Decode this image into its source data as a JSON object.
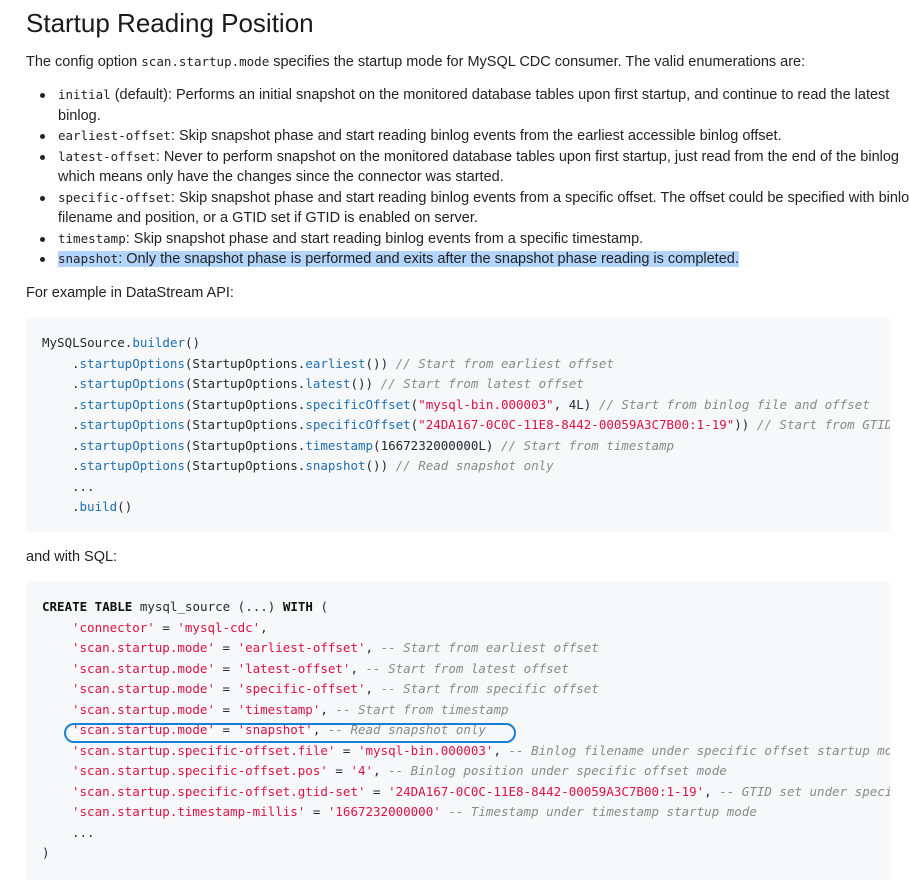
{
  "heading": "Startup Reading Position",
  "intro": {
    "before": "The config option ",
    "code": "scan.startup.mode",
    "after": " specifies the startup mode for MySQL CDC consumer. The valid enumerations are:"
  },
  "modes": [
    {
      "code": "initial",
      "text": " (default): Performs an initial snapshot on the monitored database tables upon first startup, and continue to read the latest binlog."
    },
    {
      "code": "earliest-offset",
      "text": ": Skip snapshot phase and start reading binlog events from the earliest accessible binlog offset."
    },
    {
      "code": "latest-offset",
      "text": ": Never to perform snapshot on the monitored database tables upon first startup, just read from the end of the binlog which means only have the changes since the connector was started."
    },
    {
      "code": "specific-offset",
      "text": ": Skip snapshot phase and start reading binlog events from a specific offset. The offset could be specified with binlog filename and position, or a GTID set if GTID is enabled on server."
    },
    {
      "code": "timestamp",
      "text": ": Skip snapshot phase and start reading binlog events from a specific timestamp."
    },
    {
      "code": "snapshot",
      "text": ": Only the snapshot phase is performed and exits after the snapshot phase reading is completed."
    }
  ],
  "example_api_text": "For example in DataStream API:",
  "java": {
    "l0": {
      "obj": "MySQLSource.",
      "fn": "builder",
      "rest": "()"
    },
    "lines": [
      {
        "pre": ".",
        "fn": "startupOptions",
        "a": "(StartupOptions.",
        "fn2": "earliest",
        "b": "()) ",
        "s": "",
        "c": "",
        "cm": "// Start from earliest offset"
      },
      {
        "pre": ".",
        "fn": "startupOptions",
        "a": "(StartupOptions.",
        "fn2": "latest",
        "b": "()) ",
        "s": "",
        "c": "",
        "cm": "// Start from latest offset"
      },
      {
        "pre": ".",
        "fn": "startupOptions",
        "a": "(StartupOptions.",
        "fn2": "specificOffset",
        "b": "(",
        "s": "\"mysql-bin.000003\"",
        "c": ", 4L) ",
        "cm": "// Start from binlog file and offset"
      },
      {
        "pre": ".",
        "fn": "startupOptions",
        "a": "(StartupOptions.",
        "fn2": "specificOffset",
        "b": "(",
        "s": "\"24DA167-0C0C-11E8-8442-00059A3C7B00:1-19\"",
        "c": ")) ",
        "cm": "// Start from GTID set"
      },
      {
        "pre": ".",
        "fn": "startupOptions",
        "a": "(StartupOptions.",
        "fn2": "timestamp",
        "b": "(1667232000000L) ",
        "s": "",
        "c": "",
        "cm": "// Start from timestamp"
      },
      {
        "pre": ".",
        "fn": "startupOptions",
        "a": "(StartupOptions.",
        "fn2": "snapshot",
        "b": "()) ",
        "s": "",
        "c": "",
        "cm": "// Read snapshot only"
      }
    ],
    "dots": "...",
    "build": {
      "pre": ".",
      "fn": "build",
      "rest": "()"
    }
  },
  "example_sql_text": "and with SQL:",
  "sql": {
    "create_kw": "CREATE TABLE",
    "create_mid": " mysql_source (...) ",
    "with_kw": "WITH",
    "create_end": " (",
    "lines": [
      {
        "k": "'connector'",
        "eq": " = ",
        "v": "'mysql-cdc'",
        "tail": ",",
        "cm": ""
      },
      {
        "k": "'scan.startup.mode'",
        "eq": " = ",
        "v": "'earliest-offset'",
        "tail": ", ",
        "cm": "-- Start from earliest offset"
      },
      {
        "k": "'scan.startup.mode'",
        "eq": " = ",
        "v": "'latest-offset'",
        "tail": ", ",
        "cm": "-- Start from latest offset"
      },
      {
        "k": "'scan.startup.mode'",
        "eq": " = ",
        "v": "'specific-offset'",
        "tail": ", ",
        "cm": "-- Start from specific offset"
      },
      {
        "k": "'scan.startup.mode'",
        "eq": " = ",
        "v": "'timestamp'",
        "tail": ", ",
        "cm": "-- Start from timestamp"
      },
      {
        "k": "'scan.startup.mode'",
        "eq": " = ",
        "v": "'snapshot'",
        "tail": ", ",
        "cm": "-- Read snapshot only"
      },
      {
        "k": "'scan.startup.specific-offset.file'",
        "eq": " = ",
        "v": "'mysql-bin.000003'",
        "tail": ", ",
        "cm": "-- Binlog filename under specific offset startup mode"
      },
      {
        "k": "'scan.startup.specific-offset.pos'",
        "eq": " = ",
        "v": "'4'",
        "tail": ", ",
        "cm": "-- Binlog position under specific offset mode"
      },
      {
        "k": "'scan.startup.specific-offset.gtid-set'",
        "eq": " = ",
        "v": "'24DA167-0C0C-11E8-8442-00059A3C7B00:1-19'",
        "tail": ", ",
        "cm": "-- GTID set under specific offset mode"
      },
      {
        "k": "'scan.startup.timestamp-millis'",
        "eq": " = ",
        "v": "'1667232000000'",
        "tail": " ",
        "cm": "-- Timestamp under timestamp startup mode"
      }
    ],
    "dots": "...",
    "close": ")"
  },
  "colors": {
    "highlight": "#b3d4fd",
    "ring": "#1a7fd6",
    "code_bg": "#f6f8fa",
    "function": "#1f6fb2",
    "string": "#dd1144",
    "comment": "#8a8a8a"
  }
}
